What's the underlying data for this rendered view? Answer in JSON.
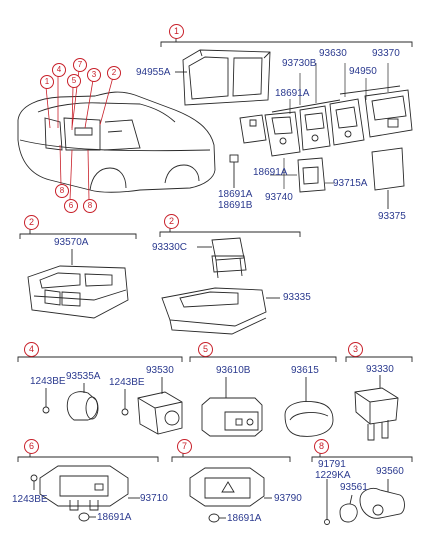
{
  "colors": {
    "part_number": "#2b3a8f",
    "callout": "#c8202a",
    "line_art": "#2a2a2a"
  },
  "callouts": {
    "c1": "1",
    "c2": "2",
    "c3": "3",
    "c4": "4",
    "c5": "5",
    "c6": "6",
    "c7": "7",
    "c8": "8"
  },
  "car_callouts": [
    "1",
    "4",
    "7",
    "5",
    "3",
    "2",
    "8",
    "6",
    "8"
  ],
  "groups": {
    "g1": {
      "callout": "1",
      "parts": {
        "p94955A": "94955A",
        "p93730B": "93730B",
        "p93630": "93630",
        "p93370": "93370",
        "p18691A_top": "18691A",
        "p94950": "94950",
        "p18691A_left": "18691A",
        "p18691B": "18691B",
        "p18691A_mid": "18691A",
        "p93715A": "93715A",
        "p93740": "93740",
        "p93375": "93375"
      }
    },
    "g2a": {
      "callout": "2",
      "parts": {
        "p93570A": "93570A"
      }
    },
    "g2b": {
      "callout": "2",
      "parts": {
        "p93330C": "93330C",
        "p93335": "93335"
      }
    },
    "g4": {
      "callout": "4",
      "parts": {
        "p1243BE_a": "1243BE",
        "p93535A": "93535A",
        "p1243BE_b": "1243BE",
        "p93530": "93530"
      }
    },
    "g5": {
      "callout": "5",
      "parts": {
        "p93610B": "93610B",
        "p93615": "93615"
      }
    },
    "g3": {
      "callout": "3",
      "parts": {
        "p93330": "93330"
      }
    },
    "g6": {
      "callout": "6",
      "parts": {
        "p1243BE": "1243BE",
        "p93710": "93710",
        "p18691A": "18691A"
      }
    },
    "g7": {
      "callout": "7",
      "parts": {
        "p93790": "93790",
        "p18691A": "18691A"
      }
    },
    "g8": {
      "callout": "8",
      "parts": {
        "p91791": "91791",
        "p1229KA": "1229KA",
        "p93560": "93560",
        "p93561": "93561"
      }
    }
  }
}
